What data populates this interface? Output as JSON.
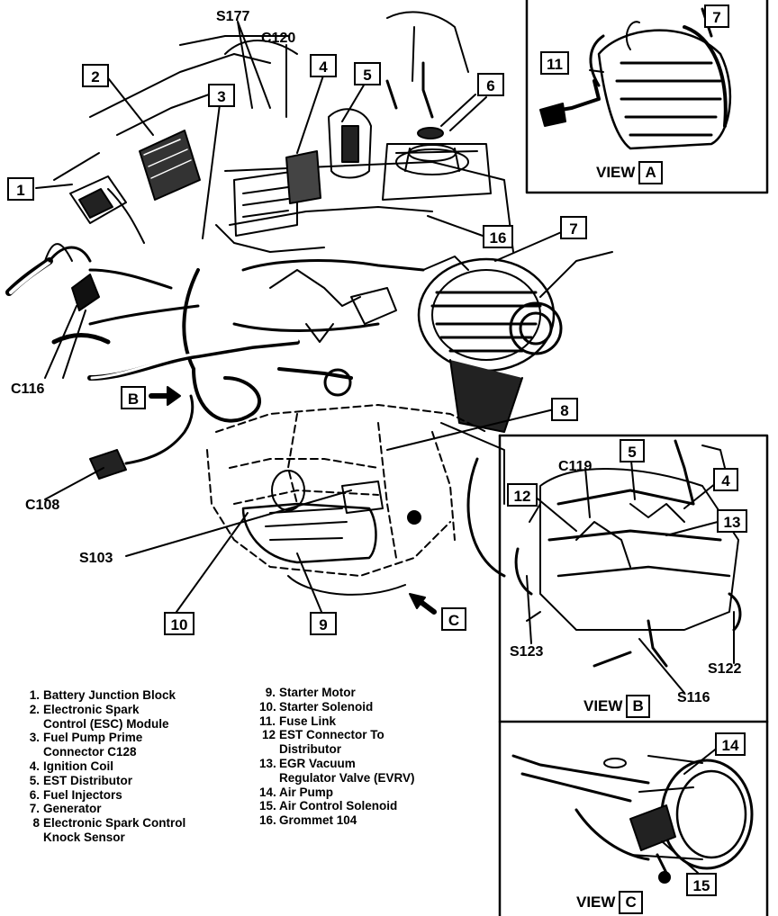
{
  "callouts": {
    "c1": "1",
    "c2": "2",
    "c3": "3",
    "c4": "4",
    "c5": "5",
    "c6": "6",
    "c7": "7",
    "c8": "8",
    "c9": "9",
    "c10": "10",
    "c16": "16",
    "viewA_7": "7",
    "viewA_11": "11",
    "viewB_5": "5",
    "viewB_4": "4",
    "viewB_12": "12",
    "viewB_13": "13",
    "viewC_14": "14",
    "viewC_15": "15"
  },
  "arrow_labels": {
    "b": "B",
    "c": "C"
  },
  "connectors": {
    "s177": "S177",
    "c120": "C120",
    "c116": "C116",
    "c108": "C108",
    "s103": "S103",
    "c119": "C119",
    "s123": "S123",
    "s122": "S122",
    "s116": "S116"
  },
  "views": {
    "a": {
      "word": "VIEW",
      "letter": "A"
    },
    "b": {
      "word": "VIEW",
      "letter": "B"
    },
    "c": {
      "word": "VIEW",
      "letter": "C"
    }
  },
  "legend_left": [
    {
      "num": "1.",
      "text": "Battery Junction Block"
    },
    {
      "num": "2.",
      "text": "Electronic Spark\nControl (ESC) Module"
    },
    {
      "num": "3.",
      "text": "Fuel Pump Prime\nConnector C128"
    },
    {
      "num": "4.",
      "text": "Ignition Coil"
    },
    {
      "num": "5.",
      "text": "EST Distributor"
    },
    {
      "num": "6.",
      "text": "Fuel Injectors"
    },
    {
      "num": "7.",
      "text": "Generator"
    },
    {
      "num": "8",
      "text": "Electronic Spark Control\nKnock Sensor"
    }
  ],
  "legend_right": [
    {
      "num": "9.",
      "text": "Starter Motor"
    },
    {
      "num": "10.",
      "text": "Starter Solenoid"
    },
    {
      "num": "11.",
      "text": "Fuse Link"
    },
    {
      "num": "12",
      "text": "EST Connector To\nDistributor"
    },
    {
      "num": "13.",
      "text": "EGR Vacuum\nRegulator Valve (EVRV)"
    },
    {
      "num": "14.",
      "text": "Air Pump"
    },
    {
      "num": "15.",
      "text": "Air Control Solenoid"
    },
    {
      "num": "16.",
      "text": "Grommet 104"
    }
  ]
}
